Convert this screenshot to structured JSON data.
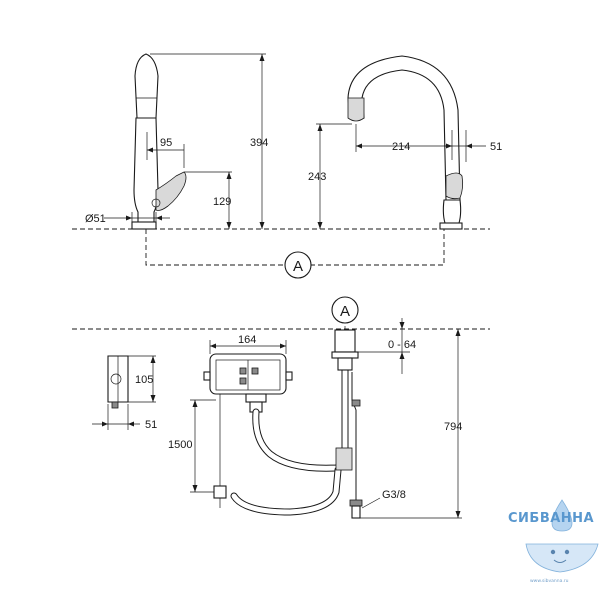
{
  "dimensions": {
    "d394": "394",
    "d95": "95",
    "d129": "129",
    "d51_side": "Ø51",
    "d243": "243",
    "d214": "214",
    "d51_front": "51",
    "d164": "164",
    "d0_64": "0 - 64",
    "d105": "105",
    "d51_box": "51",
    "d1500": "1500",
    "d794": "794",
    "g38": "G3/8"
  },
  "markers": {
    "ref_a_top": "A",
    "ref_a_bottom": "A"
  },
  "watermark": {
    "brand": "СИБВАННА",
    "site": "www.sibvanna.ru",
    "brand_color": "#3d86c6"
  }
}
